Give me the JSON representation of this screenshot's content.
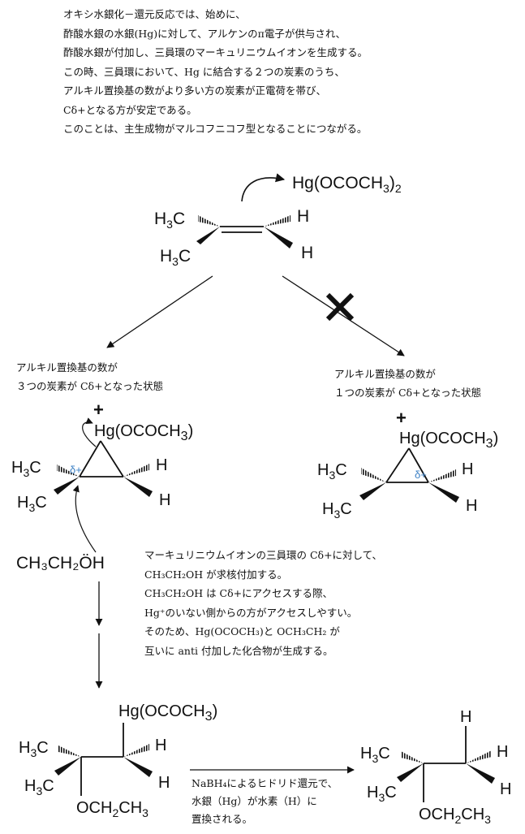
{
  "intro": {
    "lines": [
      "オキシ水銀化－還元反応では、始めに、",
      "酢酸水銀の水銀(Hg)に対して、アルケンのπ電子が供与され、",
      "酢酸水銀が付加し、三員環のマーキュリニウムイオンを生成する。",
      "この時、三員環において、Hg に結合する２つの炭素のうち、",
      "アルキル置換基の数がより多い方の炭素が正電荷を帯び、",
      "Cδ+となる方が安定である。",
      "このことは、主生成物がマルコフニコフ型となることにつながる。"
    ]
  },
  "reagent": {
    "formula": "Hg(OCOCH",
    "sub": "3",
    "tail": ")",
    "count": "2"
  },
  "groups": {
    "methyl": "H",
    "methyl_sub": "3",
    "methyl_c": "C",
    "hydrogen": "H"
  },
  "branch_left": {
    "line1": "アルキル置換基の数が",
    "line2": "３つの炭素が Cδ+となった状態"
  },
  "branch_right": {
    "line1": "アルキル置換基の数が",
    "line2": "１つの炭素が Cδ+となった状態"
  },
  "ion": {
    "plus": "+",
    "hg": "Hg(OCOCH",
    "hg_sub": "3",
    "hg_tail": ")",
    "delta": "δ+"
  },
  "nucleophile": {
    "text": "CH₃CH₂ÖH"
  },
  "attack_note": {
    "lines": [
      "マーキュリニウムイオンの三員環の Cδ+に対して、",
      "CH₃CH₂OH が求核付加する。",
      "CH₃CH₂OH は Cδ+にアクセスする際、",
      "Hg⁺のいない側からの方がアクセスしやすい。",
      "そのため、Hg(OCOCH₃)と OCH₃CH₂ が",
      "互いに anti 付加した化合物が生成する。"
    ]
  },
  "intermediate": {
    "hg": "Hg(OCOCH",
    "hg_sub": "3",
    "hg_tail": ")",
    "ethoxy": "OCH",
    "ethoxy_sub": "2",
    "ethoxy_tail": "CH",
    "ethoxy_sub2": "3"
  },
  "reduction_note": {
    "lines": [
      "NaBH₄によるヒドリド還元で、",
      "水銀（Hg）が水素（H）に",
      "置換される。"
    ]
  },
  "product": {
    "top_h": "H",
    "ethoxy": "OCH",
    "ethoxy_sub": "2",
    "ethoxy_tail": "CH",
    "ethoxy_sub2": "3"
  },
  "colors": {
    "ink": "#111111",
    "delta": "#3a7fc4"
  }
}
